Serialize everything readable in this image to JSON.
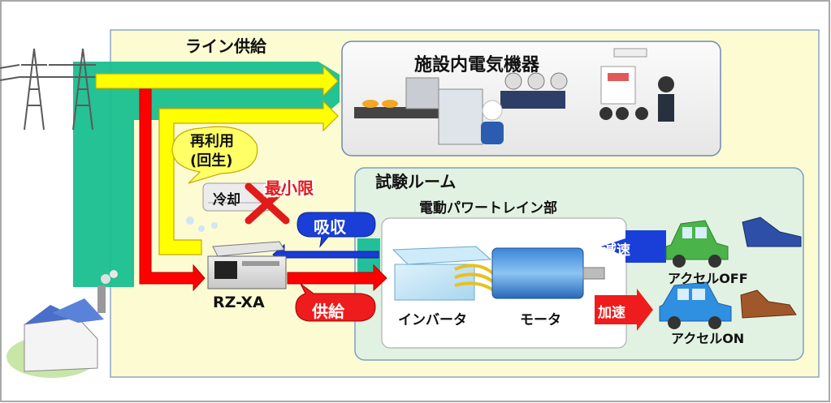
{
  "labels": {
    "line_supply": "ライン供給",
    "facility_equipment": "施設内電気機器",
    "test_room": "試験ルーム",
    "powertrain": "電動パワートレイン部",
    "reuse_line1": "再利用",
    "reuse_line2": "(回生)",
    "cooling": "冷却",
    "minimum": "最小限",
    "absorb": "吸収",
    "supply": "供給",
    "device": "RZ-XA",
    "inverter": "インバータ",
    "motor": "モータ",
    "decel": "減速",
    "accel": "加速",
    "accel_off": "アクセルOFF",
    "accel_on": "アクセルON"
  },
  "icons": [
    "power-tower-icon",
    "factory-icon",
    "production-line-icon",
    "worker-icon",
    "presentation-icon",
    "air-conditioner-icon",
    "power-unit-icon",
    "inverter-icon",
    "motor-icon",
    "green-car-icon",
    "blue-car-icon",
    "shoe-off-icon",
    "shoe-on-icon"
  ],
  "colors": {
    "frame_outer": "#a8a8a8",
    "panel_yellow": "#fdfbd2",
    "panel_border": "#8ea6c8",
    "test_room_bg": "#e2f2e2",
    "green_band": "#19bf8f",
    "yellow_arrow": "#ffff00",
    "red_arrow": "#ff0000",
    "blue_arrow": "#1a3bd6",
    "badge_red": "#ee1c1c",
    "badge_blue": "#1a3fd8"
  }
}
